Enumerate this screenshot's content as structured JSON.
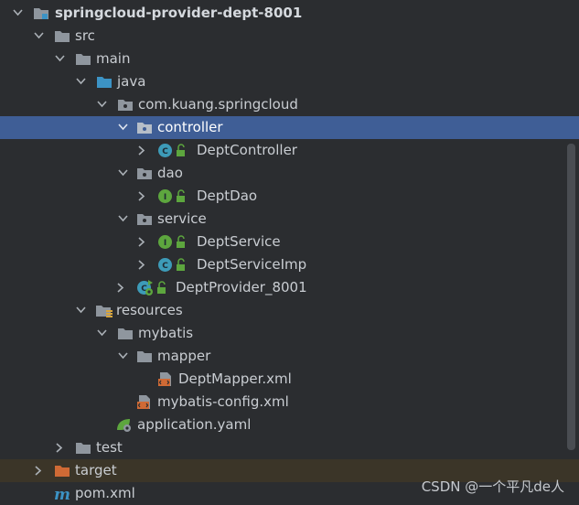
{
  "tree": {
    "root": "springcloud-provider-dept-8001",
    "src": "src",
    "main": "main",
    "java": "java",
    "package": "com.kuang.springcloud",
    "controller": "controller",
    "dept_controller": "DeptController",
    "dao": "dao",
    "dept_dao": "DeptDao",
    "service": "service",
    "dept_service": "DeptService",
    "dept_service_imp": "DeptServiceImp",
    "dept_provider": "DeptProvider_8001",
    "resources": "resources",
    "mybatis": "mybatis",
    "mapper": "mapper",
    "dept_mapper_xml": "DeptMapper.xml",
    "mybatis_config_xml": "mybatis-config.xml",
    "application_yaml": "application.yaml",
    "test": "test",
    "target": "target",
    "pom_xml": "pom.xml"
  },
  "watermark": "CSDN @一个平凡de人",
  "colors": {
    "background": "#2b2d30",
    "selection": "#3f5e96",
    "excluded": "#3b3528",
    "class_icon": "#3d9bb8",
    "interface_icon": "#5da63e",
    "target_folder": "#cf6a35",
    "java_folder": "#3c93c5"
  },
  "icons": {
    "module": "module-folder-icon",
    "folder": "folder-icon",
    "package": "package-icon",
    "class": "class-icon",
    "interface": "interface-icon",
    "xml": "xml-file-icon",
    "yaml": "spring-yaml-icon",
    "maven": "maven-icon"
  }
}
